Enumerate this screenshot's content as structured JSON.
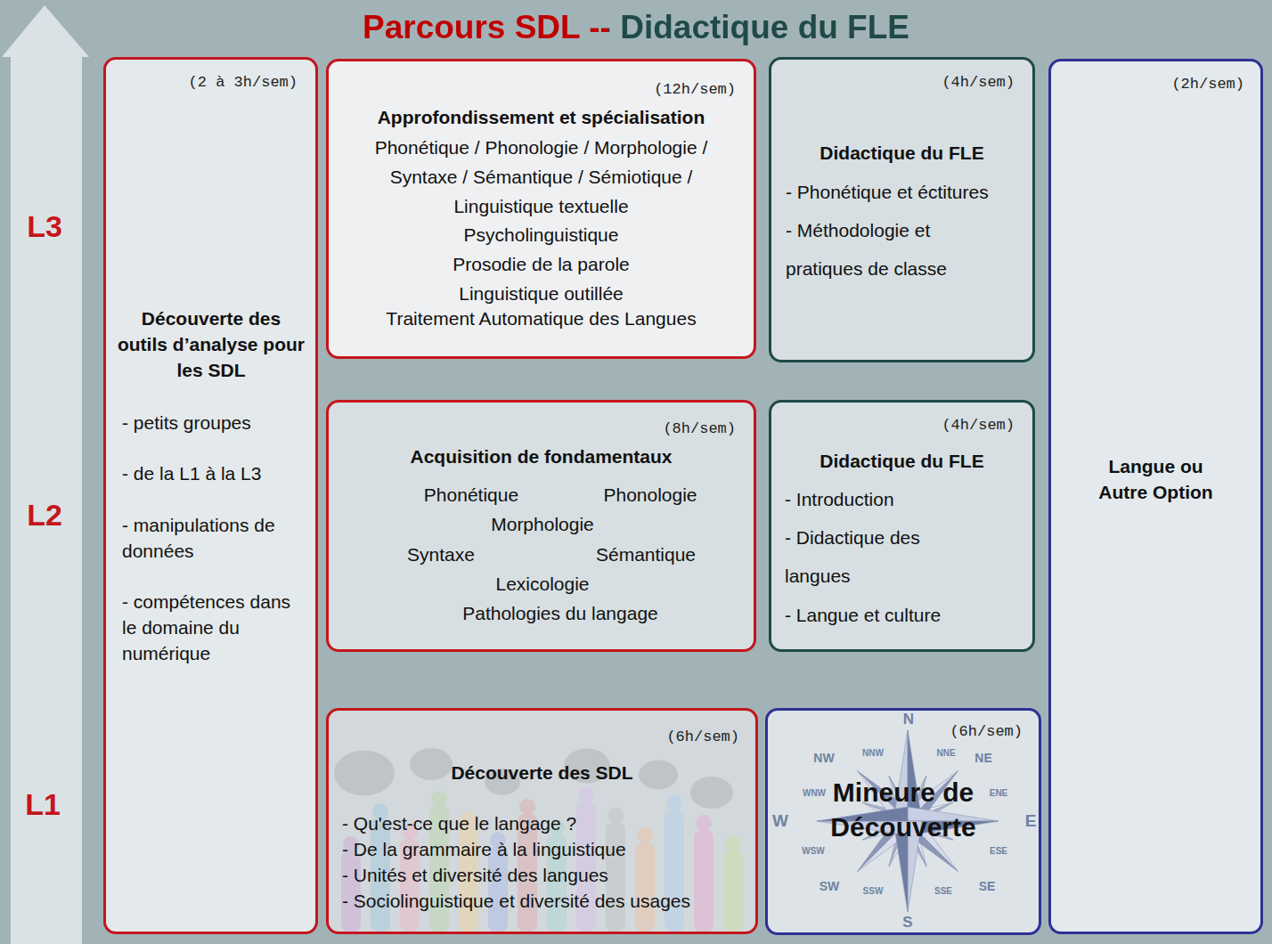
{
  "diagram": {
    "title": "Parcours SDL -- Didactique du FLE",
    "nodes": [
      {
        "text": [
          "(2 à 3h/sem)",
          "Découverte des outils d’analyse pour les SDL",
          "- petits groupes",
          "- de la L1 à la L3",
          "- manipulations de données",
          "- compétences dans le domaine du numérique"
        ]
      },
      {
        "text": [
          "(12h/sem)",
          "Approfondissement et spécialisation",
          "Phonétique / Phonologie / Morphologie / Syntaxe / Sémantique / Sémiotique / Linguistique textuelle",
          "Psycholinguistique",
          "Prosodie de la parole",
          "Linguistique outillée",
          "Traitement Automatique des Langues"
        ]
      },
      {
        "text": [
          "(4h/sem)",
          "Didactique du FLE",
          "- Phonétique et éctitures",
          "- Méthodologie et pratiques de classe"
        ]
      },
      {
        "text": [
          "(2h/sem)",
          "Langue ou Autre Option"
        ]
      },
      {
        "text": [
          "(8h/sem)",
          "Acquisition de fondamentaux",
          "Phonétique",
          "Phonologie",
          "Morphologie",
          "Syntaxe",
          "Sémantique",
          "Lexicologie",
          "Pathologies du langage"
        ]
      },
      {
        "text": [
          "(4h/sem)",
          "Didactique du FLE",
          "- Introduction",
          "- Didactique des langues",
          "- Langue et culture"
        ]
      },
      {
        "text": [
          "(6h/sem)",
          "Découverte des SDL",
          "- Qu'est-ce que le langage ?",
          "- De la grammaire à la linguistique",
          "- Unités et diversité des langues",
          "- Sociolinguistique et diversité des usages"
        ]
      },
      {
        "text": [
          "(6h/sem)",
          "Mineure de Découverte"
        ]
      }
    ],
    "labels": [
      "L3",
      "L2",
      "L1",
      "N",
      "NW",
      "NNW",
      "NNE",
      "NE",
      "WNW",
      "ENE",
      "W",
      "E",
      "WSW",
      "ESE",
      "SW",
      "SSW",
      "SSE",
      "SE",
      "S"
    ]
  }
}
